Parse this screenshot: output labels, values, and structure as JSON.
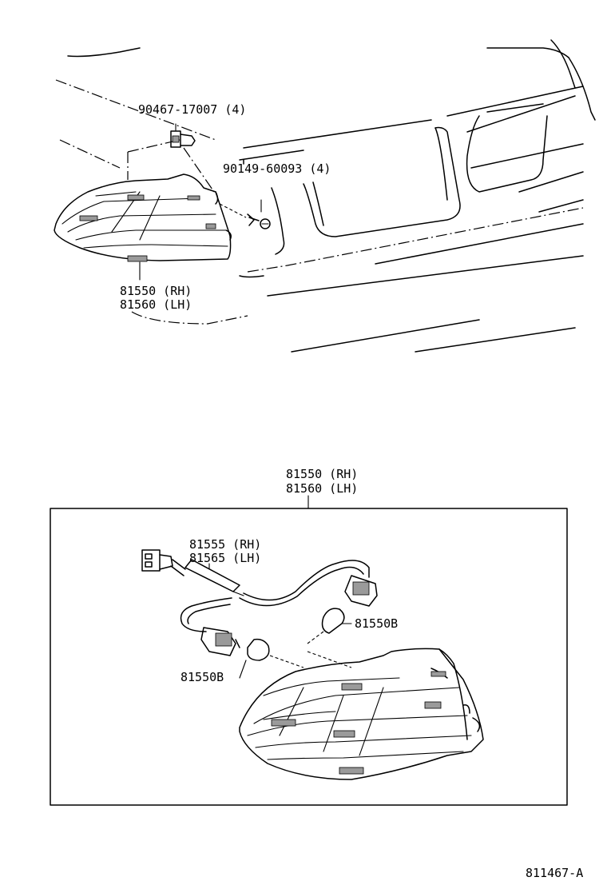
{
  "labels": {
    "clip": "90467-17007 (4)",
    "screw": "90149-60093 (4)",
    "lamp_top_rh": "81550 (RH)",
    "lamp_top_lh": "81560 (LH)",
    "lamp_box_rh": "81550 (RH)",
    "lamp_box_lh": "81560 (LH)",
    "socket_rh": "81555 (RH)",
    "socket_lh": "81565 (LH)",
    "bulb_upper": "81550B",
    "bulb_lower": "81550B",
    "diagram_id": "811467-A"
  }
}
